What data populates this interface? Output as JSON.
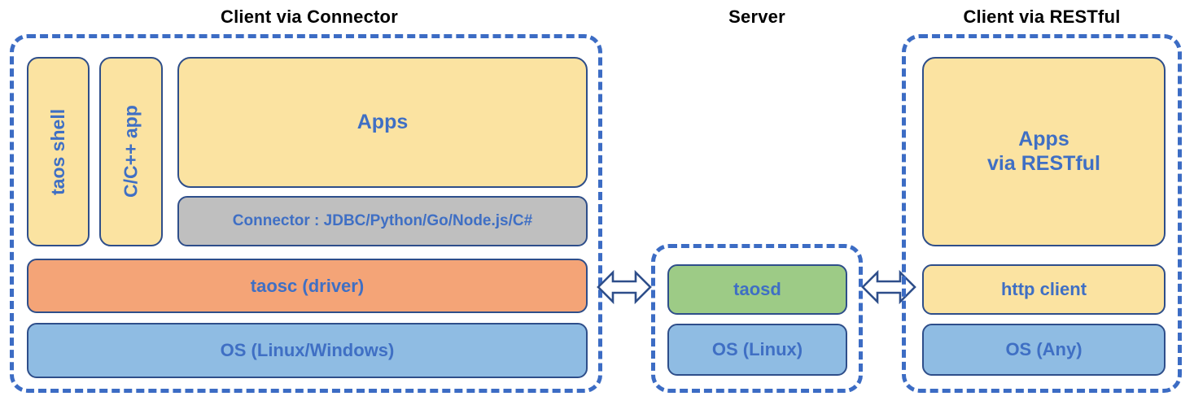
{
  "diagram": {
    "title": "TDengine architecture: client / server connectivity",
    "colors": {
      "yellow": "#FBE3A1",
      "orange": "#F4A477",
      "blue": "#8FBCE3",
      "green": "#9DCB86",
      "gray": "#BFBFBF",
      "box_border": "#2E4E8A",
      "group_border": "#3C6CC4",
      "box_text": "#3F6FC4",
      "heading_text": "#000000",
      "background": "#FFFFFF"
    }
  },
  "sections": {
    "client_connector": {
      "heading": "Client via Connector",
      "boxes": {
        "taos_shell": "taos shell",
        "c_cpp_app": "C/C++ app",
        "apps": "Apps",
        "connector": "Connector : JDBC/Python/Go/Node.js/C#",
        "taosc": "taosc (driver)",
        "os": "OS (Linux/Windows)"
      }
    },
    "server": {
      "heading": "Server",
      "boxes": {
        "taosd": "taosd",
        "os": "OS (Linux)"
      }
    },
    "client_restful": {
      "heading": "Client via RESTful",
      "boxes": {
        "apps": "Apps\nvia RESTful",
        "http_client": "http client",
        "os": "OS (Any)"
      }
    }
  },
  "connectors": {
    "left_arrow": "double-headed-arrow",
    "right_arrow": "double-headed-arrow"
  }
}
